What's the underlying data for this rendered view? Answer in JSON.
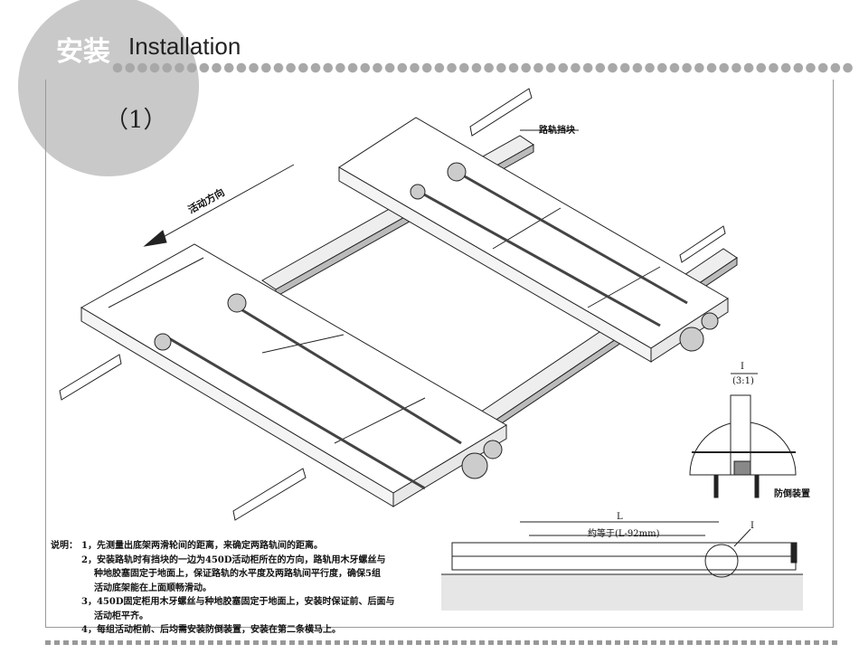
{
  "header": {
    "title_cn": "安装",
    "title_en": "Installation",
    "step": "（1）"
  },
  "diagram": {
    "rail_stopper_label": "路轨挡块",
    "direction_label": "活动方向",
    "detail_marker": "I",
    "detail_scale": "(3:1)",
    "anti_tip_label": "防倒装置",
    "length_label": "L",
    "approx_label": "約等于(L-92mm)",
    "section_marker": "I"
  },
  "notes": {
    "prefix": "说明：",
    "items": [
      [
        "1，先测量出底架两滑轮间的距离，来确定两路轨间的距离。"
      ],
      [
        "2，安装路轨时有挡块的一边为450D活动柜所在的方向，路轨用木牙螺丝与",
        "种地胶塞固定于地面上，保证路轨的水平度及两路轨间平行度，确保5组",
        "活动底架能在上面顺畅滑动。"
      ],
      [
        "3，450D固定柜用木牙螺丝与种地胶塞固定于地面上，安装时保证前、后面与",
        "活动柜平齐。"
      ],
      [
        "4，每组活动柜前、后均需安装防倒装置，安装在第二条横马上。"
      ]
    ]
  }
}
